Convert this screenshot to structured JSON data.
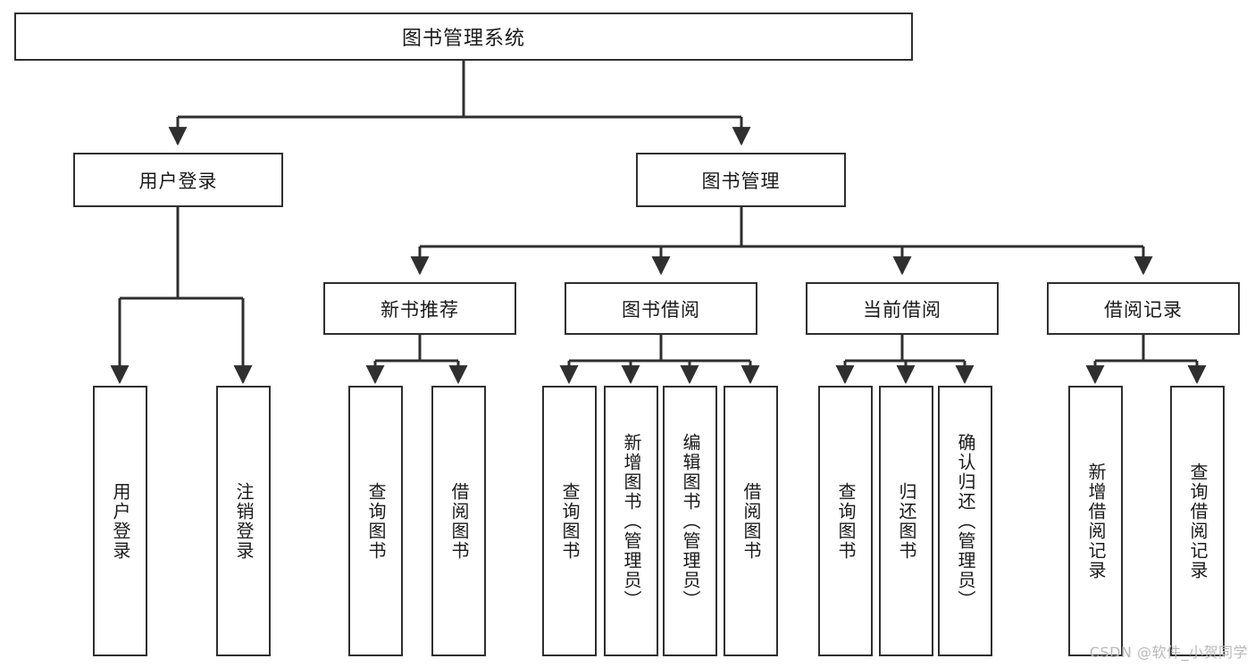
{
  "diagram": {
    "title": "图书管理系统",
    "type": "tree-hierarchy-chart",
    "watermark": "CSDN @软件_小贺同学",
    "colors": {
      "background": "#ffffff",
      "node_fill": "#ffffff",
      "node_border": "#2f2f2f",
      "edge": "#2f2f2f",
      "text": "#1a1a1a",
      "watermark": "#b9b9b9"
    },
    "root": {
      "label": "图书管理系统"
    },
    "level2": [
      {
        "id": "user-login",
        "label": "用户登录"
      },
      {
        "id": "book-management",
        "label": "图书管理"
      }
    ],
    "level3": [
      {
        "id": "new-book-recommend",
        "label": "新书推荐"
      },
      {
        "id": "book-borrow",
        "label": "图书借阅"
      },
      {
        "id": "current-borrow",
        "label": "当前借阅"
      },
      {
        "id": "borrow-record",
        "label": "借阅记录"
      }
    ],
    "leaves": {
      "user_login": [
        {
          "id": "leaf-user-login",
          "label": "用户登录"
        },
        {
          "id": "leaf-logout-login",
          "label": "注销登录"
        }
      ],
      "new_book_recommend": [
        {
          "id": "leaf-query-book-1",
          "label": "查询图书"
        },
        {
          "id": "leaf-borrow-book-1",
          "label": "借阅图书"
        }
      ],
      "book_borrow": [
        {
          "id": "leaf-query-book-2",
          "label": "查询图书"
        },
        {
          "id": "leaf-add-book",
          "label": "新增图书（管理员）"
        },
        {
          "id": "leaf-edit-book",
          "label": "编辑图书（管理员）"
        },
        {
          "id": "leaf-borrow-book-2",
          "label": "借阅图书"
        }
      ],
      "current_borrow": [
        {
          "id": "leaf-query-book-3",
          "label": "查询图书"
        },
        {
          "id": "leaf-return-book",
          "label": "归还图书"
        },
        {
          "id": "leaf-confirm-return",
          "label": "确认归还（管理员）"
        }
      ],
      "borrow_record": [
        {
          "id": "leaf-add-borrow-record",
          "label": "新增借阅记录"
        },
        {
          "id": "leaf-query-borrow-record",
          "label": "查询借阅记录"
        }
      ]
    }
  }
}
